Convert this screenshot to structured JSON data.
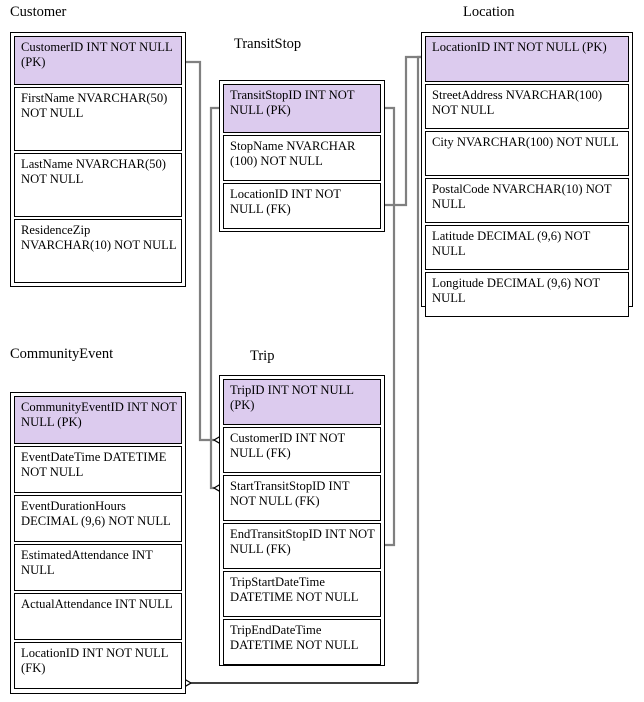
{
  "diagram": {
    "type": "entity-relationship-diagram",
    "pk_fill": "#dccbee",
    "box_border": "#000000",
    "connector_gray": "#808080",
    "connector_black": "#000000",
    "entities": [
      {
        "id": "customer",
        "title": "Customer",
        "attributes": [
          {
            "text": "CustomerID INT NOT NULL (PK)",
            "key": "PK"
          },
          {
            "text": "FirstName NVARCHAR(50) NOT NULL",
            "key": ""
          },
          {
            "text": "LastName NVARCHAR(50) NOT NULL",
            "key": ""
          },
          {
            "text": "ResidenceZip NVARCHAR(10) NOT NULL",
            "key": ""
          }
        ]
      },
      {
        "id": "transitstop",
        "title": "TransitStop",
        "attributes": [
          {
            "text": "TransitStopID INT NOT NULL (PK)",
            "key": "PK"
          },
          {
            "text": "StopName NVARCHAR (100) NOT NULL",
            "key": ""
          },
          {
            "text": "LocationID INT NOT NULL (FK)",
            "key": "FK"
          }
        ]
      },
      {
        "id": "location",
        "title": "Location",
        "attributes": [
          {
            "text": "LocationID INT NOT NULL (PK)",
            "key": "PK"
          },
          {
            "text": "StreetAddress NVARCHAR(100) NOT NULL",
            "key": ""
          },
          {
            "text": "City NVARCHAR(100) NOT NULL",
            "key": ""
          },
          {
            "text": "PostalCode NVARCHAR(10) NOT NULL",
            "key": ""
          },
          {
            "text": "Latitude DECIMAL (9,6) NOT NULL",
            "key": ""
          },
          {
            "text": "Longitude DECIMAL (9,6) NOT NULL",
            "key": ""
          }
        ]
      },
      {
        "id": "communityevent",
        "title": "CommunityEvent",
        "attributes": [
          {
            "text": "CommunityEventID INT NOT NULL (PK)",
            "key": "PK"
          },
          {
            "text": "EventDateTime DATETIME NOT NULL",
            "key": ""
          },
          {
            "text": "EventDurationHours DECIMAL (9,6) NOT NULL",
            "key": ""
          },
          {
            "text": "EstimatedAttendance INT NULL",
            "key": ""
          },
          {
            "text": "ActualAttendance INT NULL",
            "key": ""
          },
          {
            "text": "LocationID INT NOT NULL (FK)",
            "key": "FK"
          }
        ]
      },
      {
        "id": "trip",
        "title": "Trip",
        "attributes": [
          {
            "text": "TripID INT NOT NULL (PK)",
            "key": "PK"
          },
          {
            "text": "CustomerID INT NOT NULL (FK)",
            "key": "FK"
          },
          {
            "text": "StartTransitStopID INT NOT NULL (FK)",
            "key": "FK"
          },
          {
            "text": "EndTransitStopID INT NOT NULL (FK)",
            "key": "FK"
          },
          {
            "text": "TripStartDateTime DATETIME NOT NULL",
            "key": ""
          },
          {
            "text": "TripEndDateTime DATETIME NOT NULL",
            "key": ""
          }
        ]
      }
    ],
    "relationships": [
      {
        "from": "Customer.CustomerID",
        "to": "Trip.CustomerID"
      },
      {
        "from": "TransitStop.TransitStopID",
        "to": "Trip.StartTransitStopID"
      },
      {
        "from": "TransitStop.TransitStopID",
        "to": "Trip.EndTransitStopID"
      },
      {
        "from": "Location.LocationID",
        "to": "TransitStop.LocationID"
      },
      {
        "from": "Location.LocationID",
        "to": "CommunityEvent.LocationID"
      }
    ]
  }
}
